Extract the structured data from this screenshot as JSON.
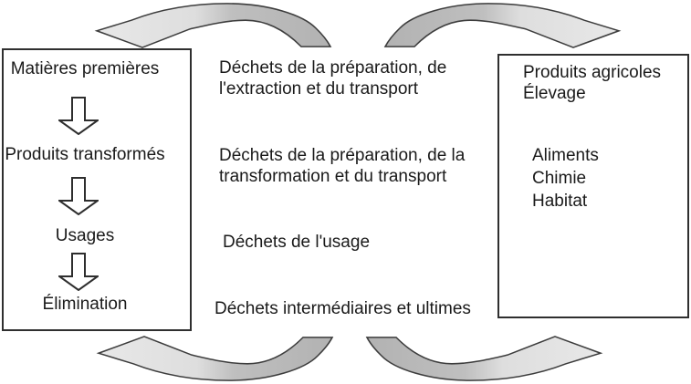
{
  "lifecycle_box": {
    "stages": [
      "Matières premières",
      "Produits transformés",
      "Usages",
      "Élimination"
    ]
  },
  "waste_column": {
    "labels": [
      "Déchets de la préparation, de\nl'extraction et du transport",
      "Déchets de la préparation, de la\ntransformation et du transport",
      "Déchets de l'usage",
      "Déchets intermédiaires et ultimes"
    ]
  },
  "products_box": {
    "primary": [
      "Produits agricoles",
      "Élevage"
    ],
    "secondary": [
      "Aliments",
      "Chimie",
      "Habitat"
    ]
  },
  "icons": {
    "stage_step": "down-block-arrow-icon",
    "top_left": "curved-arrow-to-left-box-icon",
    "top_right": "curved-arrow-to-right-box-icon",
    "bottom_left": "curved-arrow-to-left-box-icon",
    "bottom_right": "curved-arrow-to-right-box-icon"
  },
  "colors": {
    "background": "#ffffff",
    "text": "#1a1a1a",
    "box_border": "#2f2f2f",
    "arrow_outline": "#3d3d3d",
    "arrow_head_light": "#e8e8e8",
    "arrow_tail_dark": "#b2b2b2",
    "step_arrow_fill": "#ffffff"
  }
}
